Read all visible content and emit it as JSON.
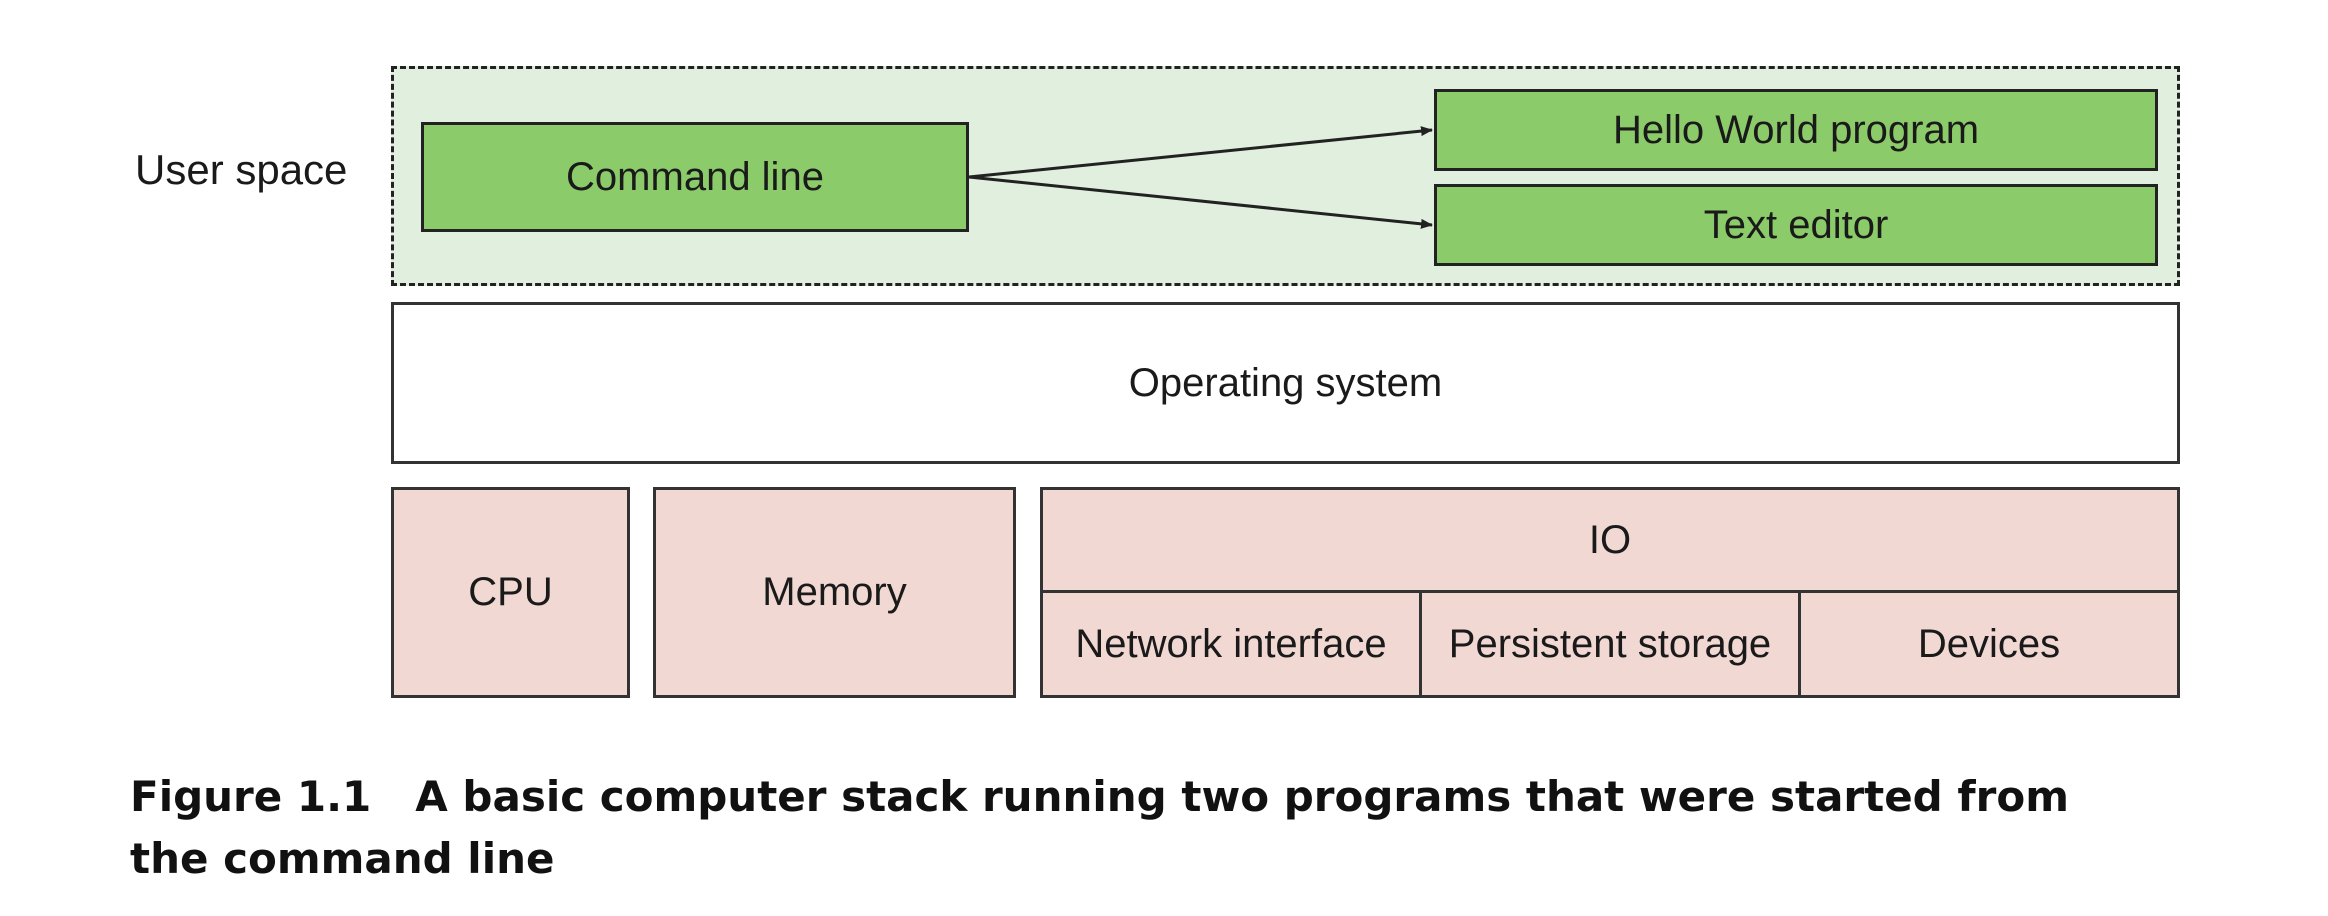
{
  "diagram": {
    "user_space_label": "User space",
    "user_space_nodes": {
      "command_line": "Command line",
      "hello_world": "Hello World program",
      "text_editor": "Text editor"
    },
    "operating_system": "Operating system",
    "hardware": {
      "cpu": "CPU",
      "memory": "Memory",
      "io": "IO",
      "io_parts": [
        "Network interface",
        "Persistent storage",
        "Devices"
      ]
    },
    "edges": [
      {
        "from": "Command line",
        "to": "Hello World program"
      },
      {
        "from": "Command line",
        "to": "Text editor"
      }
    ],
    "colors": {
      "user_space_bg": "#e1efde",
      "program_box": "#8bcb6a",
      "hardware_box": "#f1d8d3",
      "os_box": "#ffffff"
    }
  },
  "caption": {
    "number": "Figure 1.1",
    "text": "A basic computer stack running two programs that were started from the command line"
  }
}
